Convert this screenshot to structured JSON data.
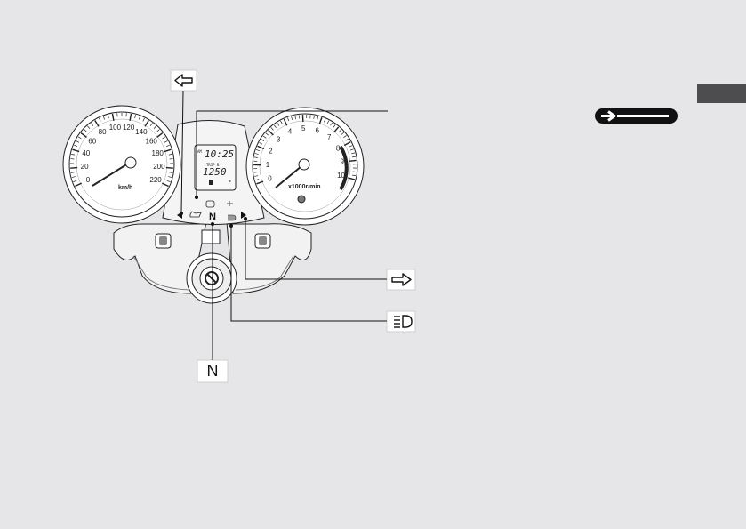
{
  "speedometer": {
    "unit": "km/h",
    "scale": [
      "0",
      "20",
      "40",
      "60",
      "80",
      "100",
      "120",
      "140",
      "160",
      "180",
      "200",
      "220"
    ]
  },
  "tachometer": {
    "unit": "x1000r/min",
    "scale": [
      "0",
      "1",
      "2",
      "3",
      "4",
      "5",
      "6",
      "7",
      "8",
      "9",
      "10"
    ]
  },
  "lcd": {
    "clock": "10:25",
    "trip_label": "TRIP B",
    "trip_value": "1250",
    "fuel_mark_full": "F"
  },
  "indicators": {
    "neutral_letter": "N"
  },
  "callouts": {
    "neutral_label": "N"
  },
  "colors": {
    "page_bg": "#e6e6e8",
    "section_tab": "#4d4d4f",
    "next_page_pill": "#111111",
    "outline": "#222222"
  },
  "icons": {
    "left_turn": "left-arrow-outline-icon",
    "right_turn": "right-arrow-outline-icon",
    "high_beam": "headlight-high-beam-icon",
    "next_page": "right-arrow-pill-icon"
  }
}
